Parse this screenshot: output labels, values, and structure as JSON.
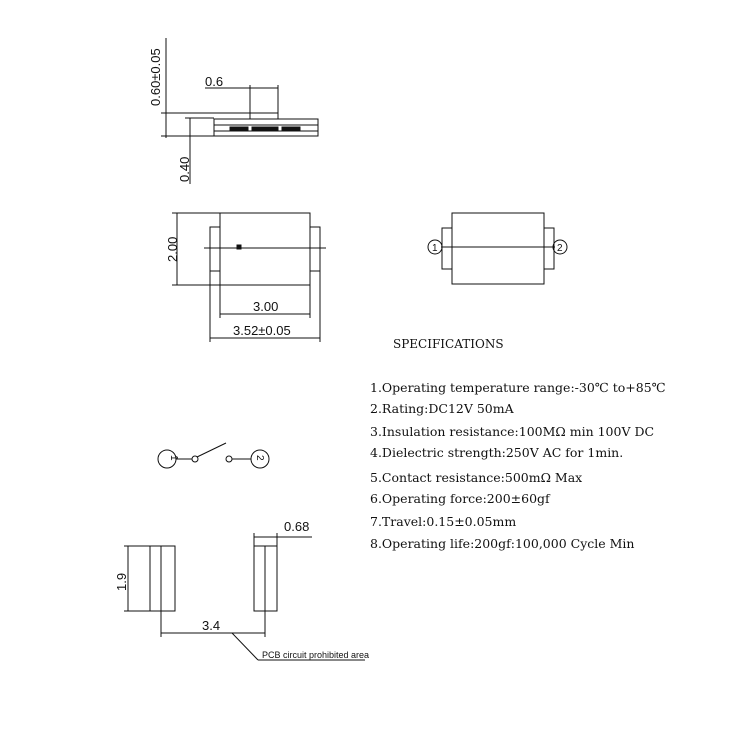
{
  "side_view": {
    "dim_height": "0.60±0.05",
    "dim_actuator": "0.6",
    "dim_base": "0.40"
  },
  "top_view": {
    "dim_width": "2.00",
    "dim_body_length": "3.00",
    "dim_total_length": "3.52±0.05"
  },
  "terminal_view": {
    "terminal_1": "1",
    "terminal_2": "2"
  },
  "schematic": {
    "terminal_1": "1",
    "terminal_2": "2"
  },
  "pcb_layout": {
    "dim_pad_height": "1.9",
    "dim_pad_width": "0.68",
    "dim_pad_spacing": "3.4",
    "note": "PCB circuit prohibited area"
  },
  "specifications": {
    "title": "SPECIFICATIONS",
    "items": [
      "1.Operating temperature range:-30℃ to+85℃",
      "2.Rating:DC12V 50mA",
      "3.Insulation resistance:100MΩ min 100V DC",
      "4.Dielectric strength:250V AC for 1min.",
      "5.Contact resistance:500mΩ Max",
      "6.Operating force:200±60gf",
      "7.Travel:0.15±0.05mm",
      "8.Operating life:200gf:100,000 Cycle Min"
    ]
  }
}
